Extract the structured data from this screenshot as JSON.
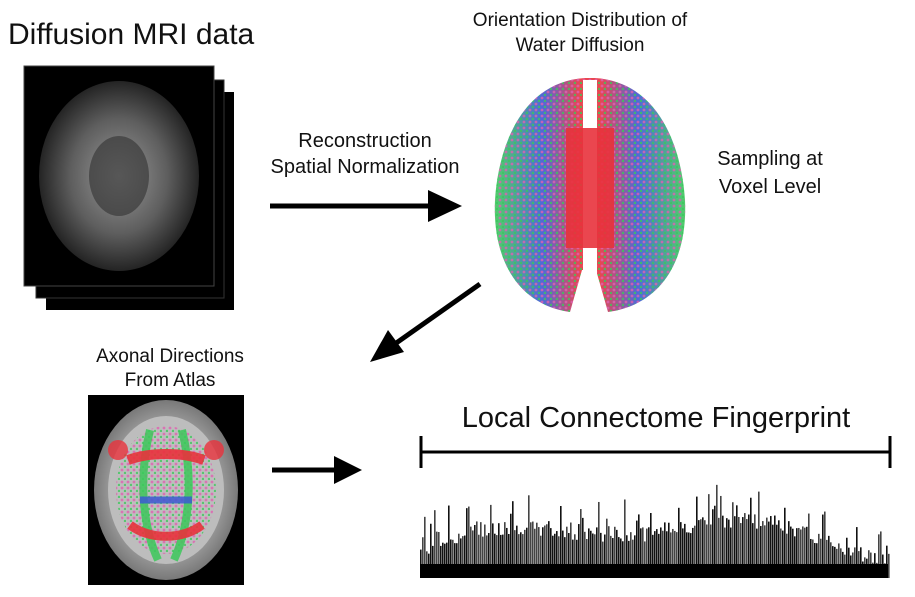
{
  "labels": {
    "diffusion_mri": "Diffusion MRI data",
    "odf_line1": "Orientation Distribution of",
    "odf_line2": "Water Diffusion",
    "recon_line1": "Reconstruction",
    "recon_line2": "Spatial Normalization",
    "sampling_line1": "Sampling at",
    "sampling_line2": "Voxel Level",
    "axonal_line1": "Axonal Directions",
    "axonal_line2": "From Atlas",
    "fingerprint": "Local Connectome Fingerprint"
  },
  "colors": {
    "arrow": "#000000",
    "mri_bg": "#000000",
    "fiber_red": "#e8323c",
    "fiber_green": "#3cc85a",
    "fiber_blue": "#3c5ad2",
    "fiber_pink": "#e060b0"
  },
  "icons": {
    "arrow_right": "arrow-right-icon",
    "arrow_down_left": "arrow-down-left-icon"
  }
}
